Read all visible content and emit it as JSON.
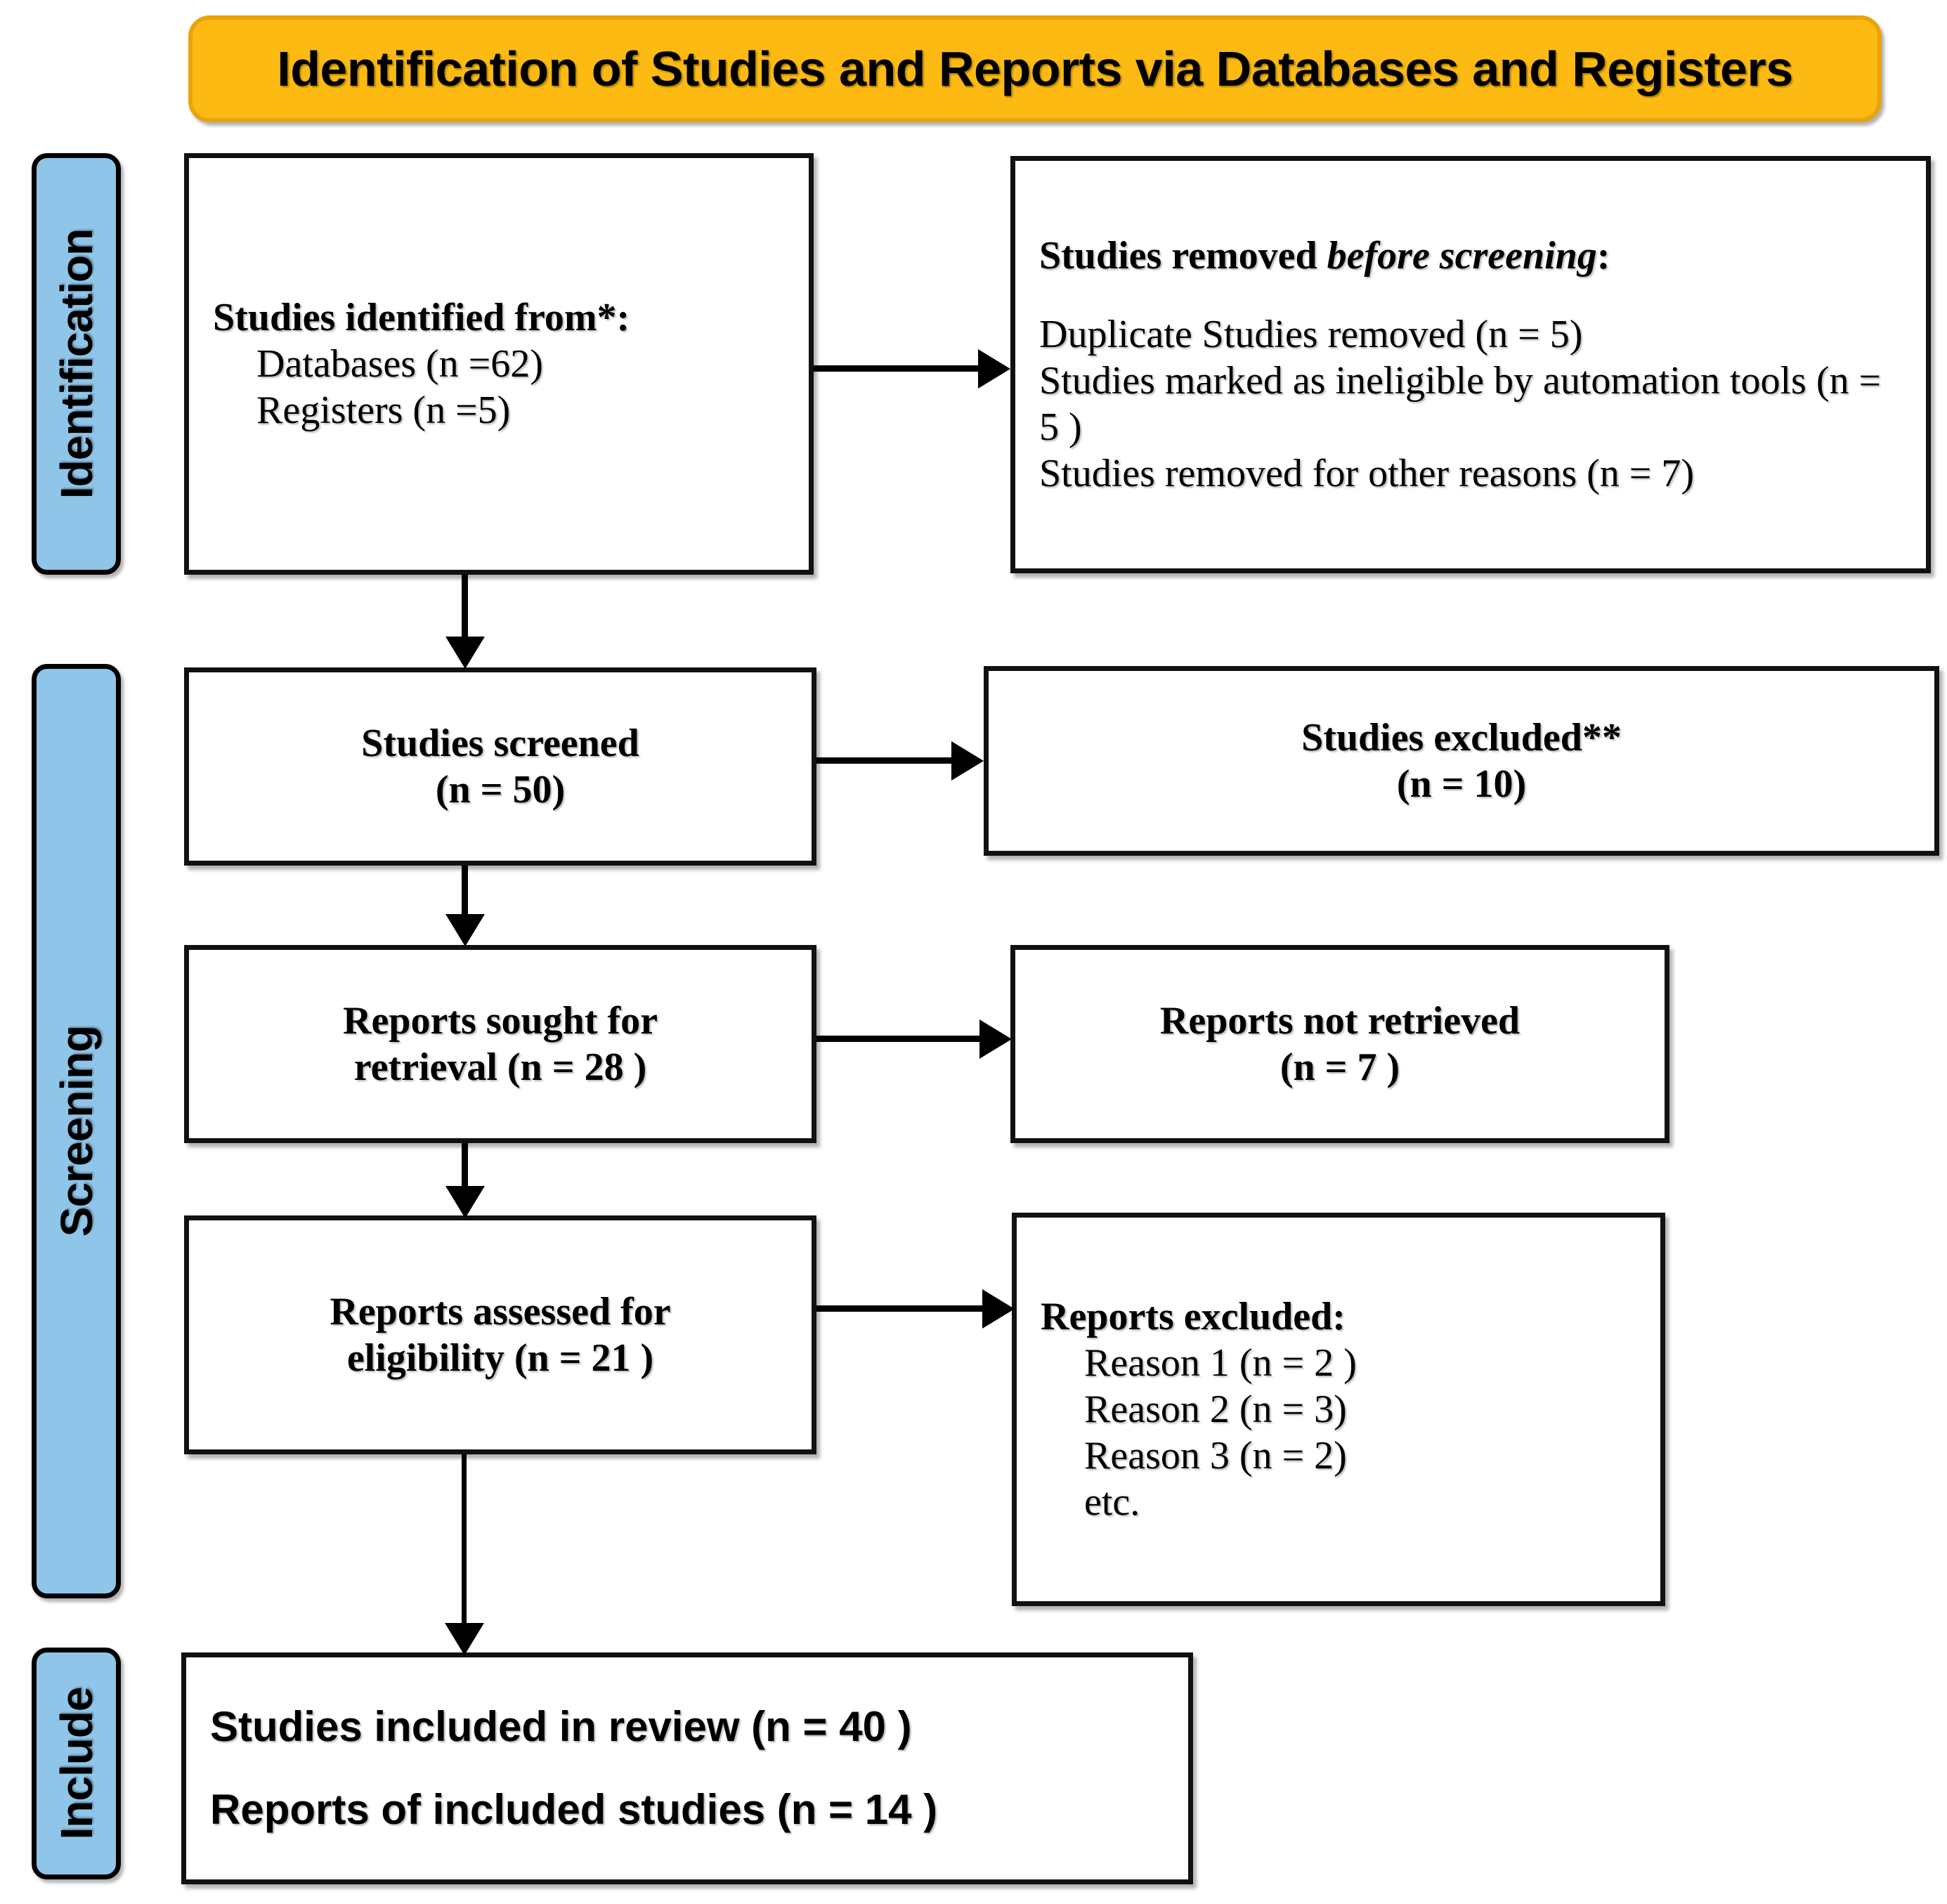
{
  "banner": {
    "title": "Identification of Studies and Reports via Databases and Registers"
  },
  "stages": [
    {
      "id": "identification",
      "label": "Identification"
    },
    {
      "id": "screening",
      "label": "Screening"
    },
    {
      "id": "include",
      "label": "Include"
    }
  ],
  "boxes": {
    "identified": {
      "heading": "Studies identified from*:",
      "lines": [
        "Databases (n =62)",
        "Registers (n =5)"
      ]
    },
    "removed": {
      "heading_lead": "Studies removed ",
      "heading_italic": "before screening",
      "heading_tail": ":",
      "lines": [
        "Duplicate Studies removed (n = 5)",
        "Studies marked as ineligible by automation tools (n = 5 )",
        "Studies removed for other reasons (n = 7)"
      ]
    },
    "screened": {
      "line1": "Studies screened",
      "line2": "(n = 50)"
    },
    "excluded": {
      "line1": "Studies excluded**",
      "line2": "(n = 10)"
    },
    "sought": {
      "line1": "Reports sought for",
      "line2": "retrieval (n = 28 )"
    },
    "not_retrieved": {
      "line1": "Reports not retrieved",
      "line2": "(n = 7 )"
    },
    "assessed": {
      "line1": "Reports assessed for",
      "line2": "eligibility (n = 21 )"
    },
    "reports_excluded": {
      "heading": "Reports excluded:",
      "lines": [
        "Reason 1 (n = 2 )",
        "Reason 2 (n = 3)",
        "Reason 3 (n = 2)",
        "etc."
      ]
    },
    "included": {
      "line1": "Studies included in review (n = 40 )",
      "line2": "Reports of included studies (n = 14 )"
    }
  },
  "colors": {
    "banner_fill": "#FCBA12",
    "banner_border": "#E8A40B",
    "stage_fill": "#8FC5E8",
    "box_border": "#111111",
    "connector": "#000000"
  }
}
